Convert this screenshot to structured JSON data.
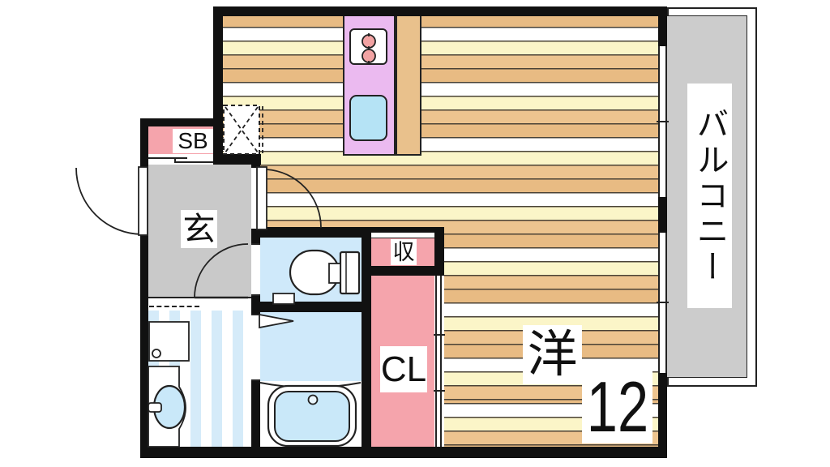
{
  "floorplan": {
    "title": "apartment-floor-plan",
    "rooms": {
      "shoe_box": {
        "label": "SB"
      },
      "entrance": {
        "label": "玄"
      },
      "storage": {
        "label": "収"
      },
      "closet": {
        "label": "CL"
      },
      "western_room": {
        "label": "洋",
        "size": "12"
      },
      "balcony": {
        "label": "バルコニー"
      }
    },
    "fixtures": {
      "kitchen_counter": "kitchen-counter",
      "stove": "two-burner-stove",
      "sink": "kitchen-sink",
      "refrigerator_space": "refrigerator-space-dashed",
      "toilet": "toilet",
      "bathtub": "bathtub",
      "washbasin": "washbasin",
      "washing_machine": "washing-machine-space",
      "windows": "sliding-windows-to-balcony",
      "doors": [
        "entrance-swing-door",
        "living-room-swing-door",
        "washroom-swing-door",
        "bathroom-folding-door",
        "closet-sliding-door",
        "shoebox-sliding-door"
      ]
    },
    "colors": {
      "wall": "#111111",
      "pink": "#f5a4ac",
      "entrance_gray": "#c9c9c9",
      "balcony_gray": "#cccccc",
      "room_blue": "#cfe9fa",
      "tub_blue": "#c9e8f9",
      "sink_blue": "#b5e3f5",
      "kitchen_purple": "#ebbaf0",
      "counter_tan": "#e9c18c",
      "burner_pink": "#f2a3a3",
      "floor_tan": "#edc48f",
      "floor_yellow": "#fbf5c8",
      "white": "#ffffff"
    }
  }
}
